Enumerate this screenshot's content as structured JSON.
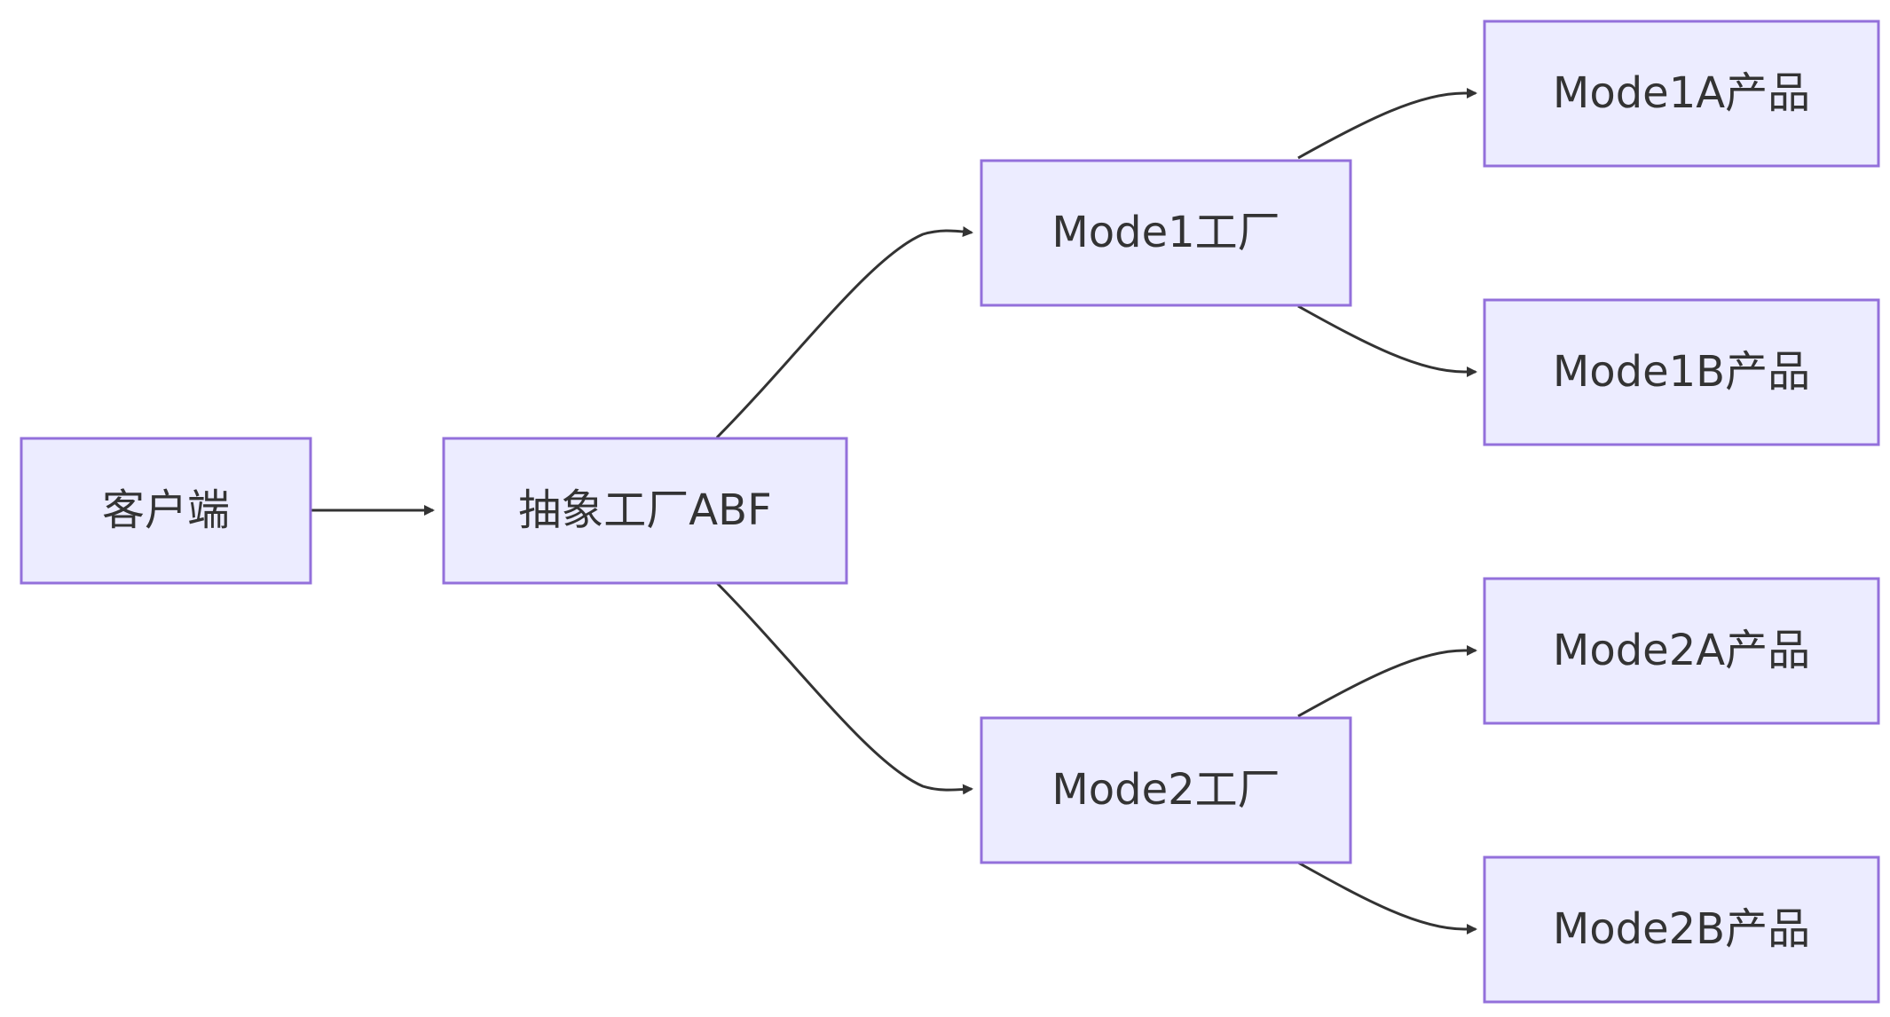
{
  "colors": {
    "node_fill": "#ECECFF",
    "node_stroke": "#9370DB",
    "edge": "#333333",
    "text": "#333333"
  },
  "nodes": {
    "client": "客户端",
    "abstract_factory": "抽象工厂ABF",
    "mode1_factory": "Mode1工厂",
    "mode2_factory": "Mode2工厂",
    "mode1a_product": "Mode1A产品",
    "mode1b_product": "Mode1B产品",
    "mode2a_product": "Mode2A产品",
    "mode2b_product": "Mode2B产品"
  },
  "edges": [
    {
      "from": "client",
      "to": "abstract_factory"
    },
    {
      "from": "abstract_factory",
      "to": "mode1_factory"
    },
    {
      "from": "abstract_factory",
      "to": "mode2_factory"
    },
    {
      "from": "mode1_factory",
      "to": "mode1a_product"
    },
    {
      "from": "mode1_factory",
      "to": "mode1b_product"
    },
    {
      "from": "mode2_factory",
      "to": "mode2a_product"
    },
    {
      "from": "mode2_factory",
      "to": "mode2b_product"
    }
  ]
}
